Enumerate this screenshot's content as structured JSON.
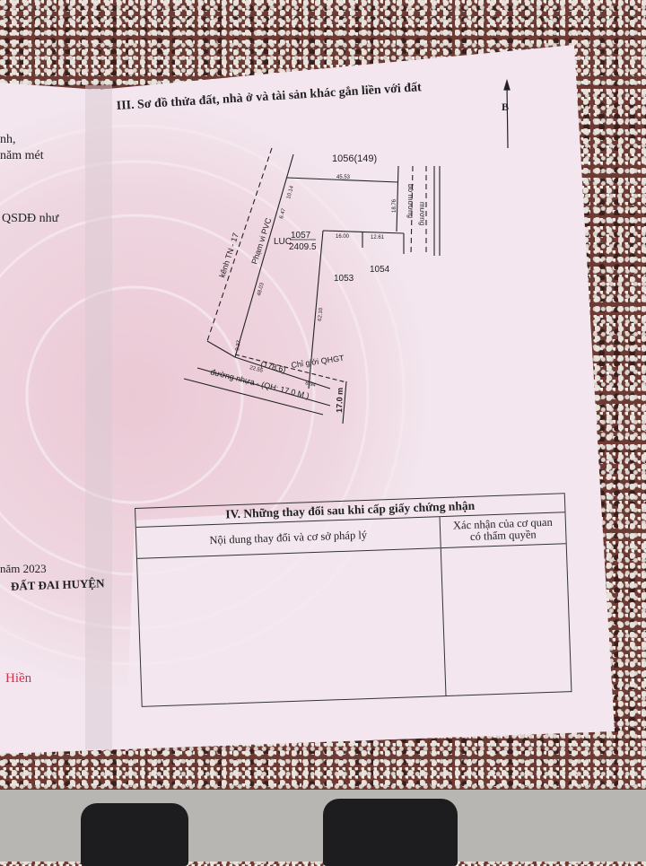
{
  "section3": {
    "title": "III. Sơ đồ thửa đất, nhà ở và tài sản khác gắn liền với đất",
    "north_label": "B",
    "diagram": {
      "parcel_north": "1056(149)",
      "top_length": "45.53",
      "seg_10_14": "10.14",
      "seg_6_47": "6.47",
      "right_length": "18.76",
      "canal_bank": "bờ mương",
      "canal": "mương",
      "parcel_type": "LUC",
      "parcel_number": "1057",
      "parcel_area": "2409.5",
      "seg_16_00": "16.00",
      "seg_12_61": "12.61",
      "parcel_1053": "1053",
      "parcel_1054": "1054",
      "canal_tn": "kênh TN - 17",
      "pvc_range": "Phạm vi PVC",
      "left_length": "48.03",
      "inner_length": "62.10",
      "seg_9_37": "9.37",
      "seg_22_55": "22.55",
      "seg_8_94": "8.94",
      "road_area": "(178.6)",
      "road_boundary": "Chỉ giới QHGT",
      "road": "đường nhựa - (QH: 17.0 M )",
      "road_width": "17.0 m"
    }
  },
  "left_page": {
    "line1": "nh,",
    "line2": "năm mét",
    "line3": "QSDĐ như",
    "line4": "năm 2023",
    "line5": "ĐẤT ĐAI HUYỆN",
    "signature_name": "Hiền"
  },
  "section4": {
    "title": "IV. Những thay đổi sau khi cấp giấy chứng nhận",
    "col1": "Nội dung thay đổi và cơ sở pháp lý",
    "col2_line1": "Xác nhận của cơ quan",
    "col2_line2": "có thẩm quyền"
  },
  "colors": {
    "paper": "#f3e6ee",
    "seal_pink": "#e6b8c8",
    "ink": "#222222",
    "signature_red": "#d2334a"
  }
}
